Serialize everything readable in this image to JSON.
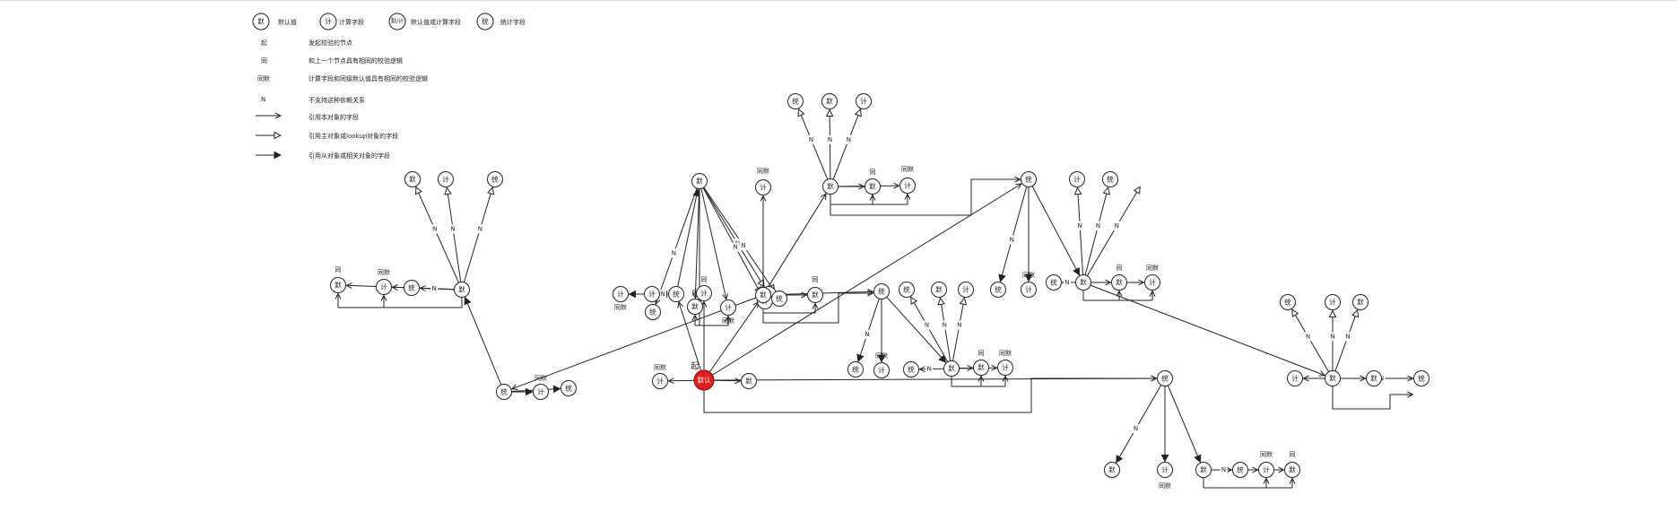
{
  "legend": {
    "node_types": [
      {
        "symbol": "默",
        "label": "默认值"
      },
      {
        "symbol": "计",
        "label": "计算字段"
      },
      {
        "symbol": "默/计",
        "label": "默认值或计算字段"
      },
      {
        "symbol": "统",
        "label": "统计字段"
      }
    ],
    "markers": [
      {
        "symbol": "起",
        "label": "发起校验的节点"
      },
      {
        "symbol": "同",
        "label": "和上一个节点具有相同的校验逻辑"
      },
      {
        "symbol": "同默",
        "label": "计算字段和同级默认值具有相同的校验逻辑"
      },
      {
        "symbol": "N",
        "label": "不支持这种依赖关系"
      }
    ],
    "arrows": [
      {
        "style": "open",
        "label": "引用本对象的字段"
      },
      {
        "style": "hollow",
        "label": "引用主对象或lookup对象的字段"
      },
      {
        "style": "filled",
        "label": "引用从对象或相关对象的字段"
      }
    ]
  },
  "diagram": {
    "start_marker": "起",
    "start_node_color": "#e51c1c",
    "nodes": [
      {
        "id": "S",
        "t": "默认",
        "start": true
      },
      {
        "id": "s1",
        "t": "计"
      },
      {
        "id": "s2",
        "t": "默"
      },
      {
        "id": "s3",
        "t": "计"
      },
      {
        "id": "s4",
        "t": "统"
      },
      {
        "id": "a",
        "t": "统"
      },
      {
        "id": "a1",
        "t": "计"
      },
      {
        "id": "a2",
        "t": "计"
      },
      {
        "id": "b",
        "t": "默"
      },
      {
        "id": "b1",
        "t": "统"
      },
      {
        "id": "b2",
        "t": "默"
      },
      {
        "id": "b3",
        "t": "计"
      },
      {
        "id": "b4",
        "t": "默"
      },
      {
        "id": "b5",
        "t": "计"
      },
      {
        "id": "b6",
        "t": "统"
      },
      {
        "id": "c",
        "t": "默"
      },
      {
        "id": "c1",
        "t": "统"
      },
      {
        "id": "c2",
        "t": "默"
      },
      {
        "id": "c3",
        "t": "计"
      },
      {
        "id": "c4",
        "t": "默"
      },
      {
        "id": "c5",
        "t": "计"
      },
      {
        "id": "c6",
        "t": "统"
      },
      {
        "id": "d",
        "t": "统"
      },
      {
        "id": "d1",
        "t": "计"
      },
      {
        "id": "d2",
        "t": "统"
      },
      {
        "id": "e",
        "t": "默"
      },
      {
        "id": "e1",
        "t": "计"
      },
      {
        "id": "e2",
        "t": "默"
      },
      {
        "id": "f",
        "t": "默"
      },
      {
        "id": "f1",
        "t": "默"
      },
      {
        "id": "f2",
        "t": "计"
      },
      {
        "id": "f3",
        "t": "统"
      },
      {
        "id": "f4",
        "t": "默"
      },
      {
        "id": "f5",
        "t": "计"
      },
      {
        "id": "g",
        "t": "统"
      },
      {
        "id": "g1",
        "t": "统"
      },
      {
        "id": "g2",
        "t": "计"
      },
      {
        "id": "h",
        "t": "默"
      },
      {
        "id": "h1",
        "t": "统"
      },
      {
        "id": "h2",
        "t": "默"
      },
      {
        "id": "h3",
        "t": "计"
      },
      {
        "id": "h4",
        "t": "统"
      },
      {
        "id": "h5",
        "t": "默"
      },
      {
        "id": "h6",
        "t": "计"
      },
      {
        "id": "i",
        "t": "统"
      },
      {
        "id": "i1",
        "t": "统"
      },
      {
        "id": "i2",
        "t": "计"
      },
      {
        "id": "j",
        "t": "默"
      },
      {
        "id": "j1",
        "t": "统"
      },
      {
        "id": "j2",
        "t": "计"
      },
      {
        "id": "j3",
        "t": "默"
      },
      {
        "id": "j4",
        "t": "计"
      },
      {
        "id": "j5",
        "t": "统"
      },
      {
        "id": "k",
        "t": "默"
      },
      {
        "id": "k1",
        "t": "统"
      },
      {
        "id": "k2",
        "t": "计"
      },
      {
        "id": "k3",
        "t": "默"
      },
      {
        "id": "k4",
        "t": "计"
      },
      {
        "id": "k5",
        "t": "默"
      },
      {
        "id": "k6",
        "t": "统"
      },
      {
        "id": "l",
        "t": "统"
      },
      {
        "id": "l1",
        "t": "默"
      },
      {
        "id": "l2",
        "t": "计"
      },
      {
        "id": "l3",
        "t": "统"
      },
      {
        "id": "m",
        "t": "默"
      },
      {
        "id": "m1",
        "t": "默"
      },
      {
        "id": "m2",
        "t": "计"
      },
      {
        "id": "m3",
        "t": "统"
      },
      {
        "id": "m4",
        "t": "统"
      },
      {
        "id": "m5",
        "t": "计"
      },
      {
        "id": "m6",
        "t": "默"
      }
    ],
    "edges": [
      {
        "f": "S",
        "t": "s1"
      },
      {
        "f": "S",
        "t": "s2"
      },
      {
        "f": "S",
        "t": "s3"
      },
      {
        "f": "S",
        "t": "s4"
      },
      {
        "f": "S",
        "t": "e"
      },
      {
        "f": "S",
        "t": "i"
      },
      {
        "f": "s4",
        "t": "a1",
        "k": "filled"
      },
      {
        "f": "s4",
        "t": "a2",
        "k": "filled",
        "n": true
      },
      {
        "f": "s4",
        "t": "b",
        "k": "filled"
      },
      {
        "f": "b",
        "t": "b1",
        "k": "open",
        "n": true
      },
      {
        "f": "b",
        "t": "b2"
      },
      {
        "f": "b",
        "t": "b3"
      },
      {
        "f": "b",
        "t": "b4",
        "k": "hollow",
        "n": true
      },
      {
        "f": "b",
        "t": "b5",
        "k": "hollow",
        "n": true
      },
      {
        "f": "b",
        "t": "b6",
        "k": "hollow",
        "n": true
      },
      {
        "f": "e",
        "t": "d"
      },
      {
        "f": "e",
        "t": "e1"
      },
      {
        "f": "e",
        "t": "e2"
      },
      {
        "f": "e",
        "t": "f"
      },
      {
        "f": "e",
        "t": "g"
      },
      {
        "f": "d",
        "t": "c",
        "k": "filled"
      },
      {
        "f": "d",
        "t": "d1",
        "k": "filled"
      },
      {
        "f": "d",
        "t": "d2",
        "k": "filled",
        "n": true
      },
      {
        "f": "c",
        "t": "c1",
        "k": "open",
        "n": true
      },
      {
        "f": "c",
        "t": "c2"
      },
      {
        "f": "c",
        "t": "c3"
      },
      {
        "f": "c",
        "t": "c4",
        "k": "hollow",
        "n": true
      },
      {
        "f": "c",
        "t": "c5",
        "k": "hollow",
        "n": true
      },
      {
        "f": "c",
        "t": "c6",
        "k": "hollow",
        "n": true
      },
      {
        "f": "f",
        "t": "f1"
      },
      {
        "f": "f",
        "t": "f2"
      },
      {
        "f": "f",
        "t": "f3",
        "k": "hollow",
        "n": true
      },
      {
        "f": "f",
        "t": "f4",
        "k": "hollow",
        "n": true
      },
      {
        "f": "f",
        "t": "f5",
        "k": "hollow",
        "n": true
      },
      {
        "f": "g",
        "t": "g1",
        "k": "filled",
        "n": true
      },
      {
        "f": "g",
        "t": "g2",
        "k": "filled"
      },
      {
        "f": "g",
        "t": "h",
        "k": "filled"
      },
      {
        "f": "h",
        "t": "h1",
        "k": "open",
        "n": true
      },
      {
        "f": "h",
        "t": "h2"
      },
      {
        "f": "h",
        "t": "h3"
      },
      {
        "f": "h",
        "t": "h4",
        "k": "hollow",
        "n": true
      },
      {
        "f": "h",
        "t": "h5",
        "k": "hollow",
        "n": true
      },
      {
        "f": "h",
        "t": "h6",
        "k": "hollow",
        "n": true
      },
      {
        "f": "i",
        "t": "i1",
        "k": "filled",
        "n": true
      },
      {
        "f": "i",
        "t": "i2",
        "k": "filled"
      },
      {
        "f": "i",
        "t": "j",
        "k": "filled"
      },
      {
        "f": "j",
        "t": "j1",
        "k": "open",
        "n": true
      },
      {
        "f": "j",
        "t": "j2"
      },
      {
        "f": "j",
        "t": "j3"
      },
      {
        "f": "j",
        "t": "j4",
        "k": "hollow",
        "n": true
      },
      {
        "f": "j",
        "t": "j5",
        "k": "hollow",
        "n": true
      },
      {
        "f": "j",
        "t": "j6",
        "k": "hollow",
        "n": true
      },
      {
        "f": "j",
        "t": "k"
      },
      {
        "f": "k",
        "t": "k1",
        "k": "hollow",
        "n": true
      },
      {
        "f": "k",
        "t": "k2",
        "k": "hollow",
        "n": true
      },
      {
        "f": "k",
        "t": "k3",
        "k": "hollow",
        "n": true
      },
      {
        "f": "k",
        "t": "k4"
      },
      {
        "f": "k",
        "t": "k5"
      },
      {
        "f": "k",
        "t": "k6",
        "n": true
      },
      {
        "f": "S",
        "t": "l"
      },
      {
        "f": "l",
        "t": "l1",
        "k": "filled",
        "n": true
      },
      {
        "f": "l",
        "t": "l2",
        "k": "filled"
      },
      {
        "f": "l",
        "t": "m",
        "k": "filled"
      },
      {
        "f": "m",
        "t": "m1"
      },
      {
        "f": "m",
        "t": "m2"
      },
      {
        "f": "m",
        "t": "m3",
        "k": "open",
        "n": true
      }
    ],
    "labels": [
      {
        "t": "同",
        "near": "s3"
      },
      {
        "t": "同默",
        "near": "s1"
      },
      {
        "t": "同默",
        "near": "a1"
      },
      {
        "t": "同默",
        "near": "b3"
      },
      {
        "t": "同",
        "near": "b2"
      },
      {
        "t": "同默",
        "near": "d1"
      },
      {
        "t": "同默",
        "near": "e1"
      },
      {
        "t": "同",
        "near": "e2"
      },
      {
        "t": "同默",
        "near": "f2"
      },
      {
        "t": "同",
        "near": "f1"
      },
      {
        "t": "同默",
        "near": "g2"
      },
      {
        "t": "同默",
        "near": "h3"
      },
      {
        "t": "同",
        "near": "h2"
      },
      {
        "t": "同默",
        "near": "i2"
      },
      {
        "t": "同默",
        "near": "j2"
      },
      {
        "t": "同",
        "near": "j3"
      },
      {
        "t": "同默",
        "near": "c3"
      },
      {
        "t": "同",
        "near": "c2"
      },
      {
        "t": "同默",
        "near": "l2"
      },
      {
        "t": "同默",
        "near": "m2"
      },
      {
        "t": "同",
        "near": "m1"
      }
    ],
    "n_label": "N"
  }
}
